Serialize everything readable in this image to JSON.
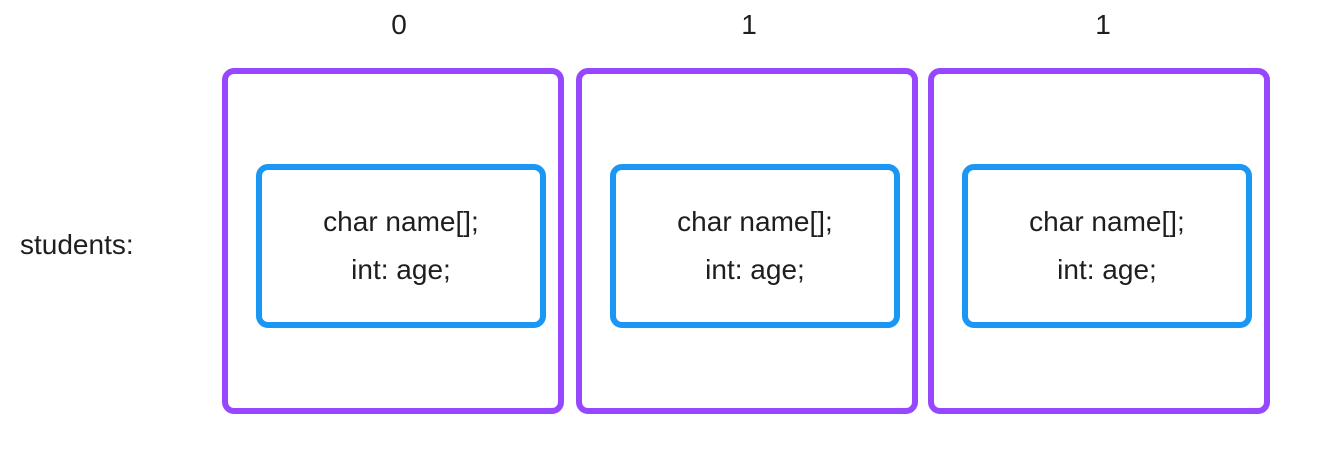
{
  "array_label": "students:",
  "cells": [
    {
      "index": "0",
      "fields": [
        "char name[];",
        "int: age;"
      ]
    },
    {
      "index": "1",
      "fields": [
        "char name[];",
        "int: age;"
      ]
    },
    {
      "index": "1",
      "fields": [
        "char name[];",
        "int: age;"
      ]
    }
  ],
  "colors": {
    "cell_border": "#9747ff",
    "struct_border": "#1a97f5",
    "text": "#1e1e1e"
  }
}
